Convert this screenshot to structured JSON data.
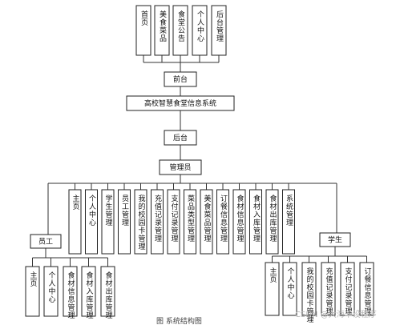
{
  "diagram": {
    "frontend": {
      "label": "前台",
      "modules": [
        "首页",
        "美食菜品",
        "食堂公告",
        "个人中心",
        "后台管理"
      ]
    },
    "system_title": "高校智慧食堂信息系统",
    "backend": {
      "label": "后台"
    },
    "admin": {
      "label": "管理员",
      "modules": [
        "主页",
        "个人中心",
        "学生管理",
        "员工管理",
        "我的校园卡管理",
        "充值记录管理",
        "支付记录管理",
        "菜品类型管理",
        "美食菜品管理",
        "订餐信息管理",
        "食材信息管理",
        "食材入库管理",
        "食材出库管理",
        "系统管理"
      ]
    },
    "staff": {
      "label": "员工",
      "modules": [
        "主页",
        "个人中心",
        "食材信息管理",
        "食材入库管理",
        "食材出库管理"
      ]
    },
    "student": {
      "label": "学生",
      "modules": [
        "主页",
        "个人中心",
        "我的校园卡管理",
        "充值记录管理",
        "支付记录管理",
        "订餐信息管理"
      ]
    }
  },
  "watermark": "CSDN @大海毕设程序",
  "caption": "图 系统结构图"
}
